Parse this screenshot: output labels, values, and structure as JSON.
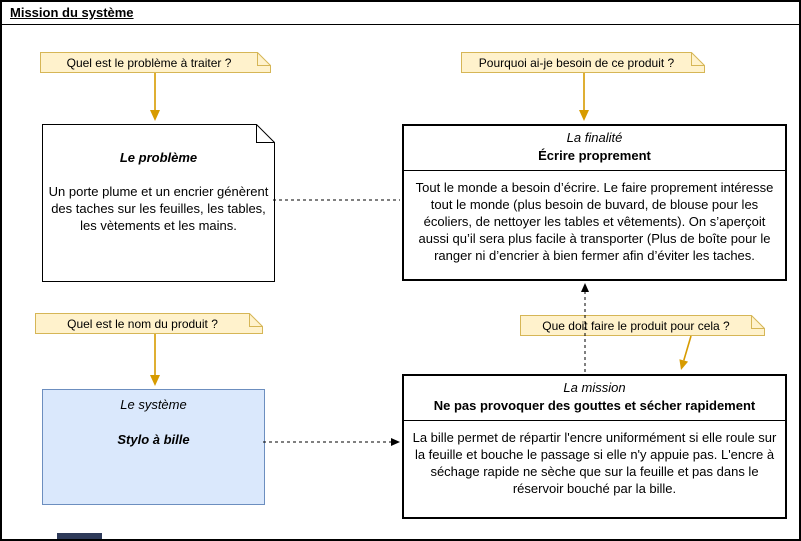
{
  "page": {
    "title": "Mission du système"
  },
  "notes": [
    {
      "text": "Quel est le problème à traiter ?"
    },
    {
      "text": "Pourquoi ai-je besoin de ce produit ?"
    },
    {
      "text": "Quel est le nom du produit ?"
    },
    {
      "text": "Que doit faire le produit pour cela ?"
    }
  ],
  "problem": {
    "title": "Le problème",
    "body": "Un porte plume et un encrier génèrent des taches sur les feuilles, les tables, les vètements et les mains."
  },
  "finality": {
    "label": "La finalité",
    "title": "Écrire proprement",
    "body": "Tout le monde a besoin d’écrire. Le faire proprement intéresse tout le monde (plus besoin de buvard, de blouse pour les écoliers, de nettoyer les tables et vêtements). On s’aperçoit aussi qu’il sera plus facile à transporter (Plus de boîte pour le ranger ni d’encrier à bien fermer afin d’éviter les taches."
  },
  "system": {
    "label": "Le système",
    "title": "Stylo à bille"
  },
  "mission": {
    "label": "La mission",
    "title": "Ne pas provoquer des gouttes et sécher rapidement",
    "body": "La bille permet de répartir l'encre uniformément si elle roule sur la feuille et bouche le passage si elle n'y appuie pas. L'encre à séchage rapide ne sèche que sur la feuille et pas dans le réservoir bouché par la bille."
  },
  "colors": {
    "note_fill": "#FFF2CC",
    "note_border": "#D6B656",
    "arrow": "#D79B00",
    "system_fill": "#DAE8FC",
    "system_border": "#6C8EBF",
    "shape_border": "#000000",
    "scrollbar": "#2e3a59"
  }
}
